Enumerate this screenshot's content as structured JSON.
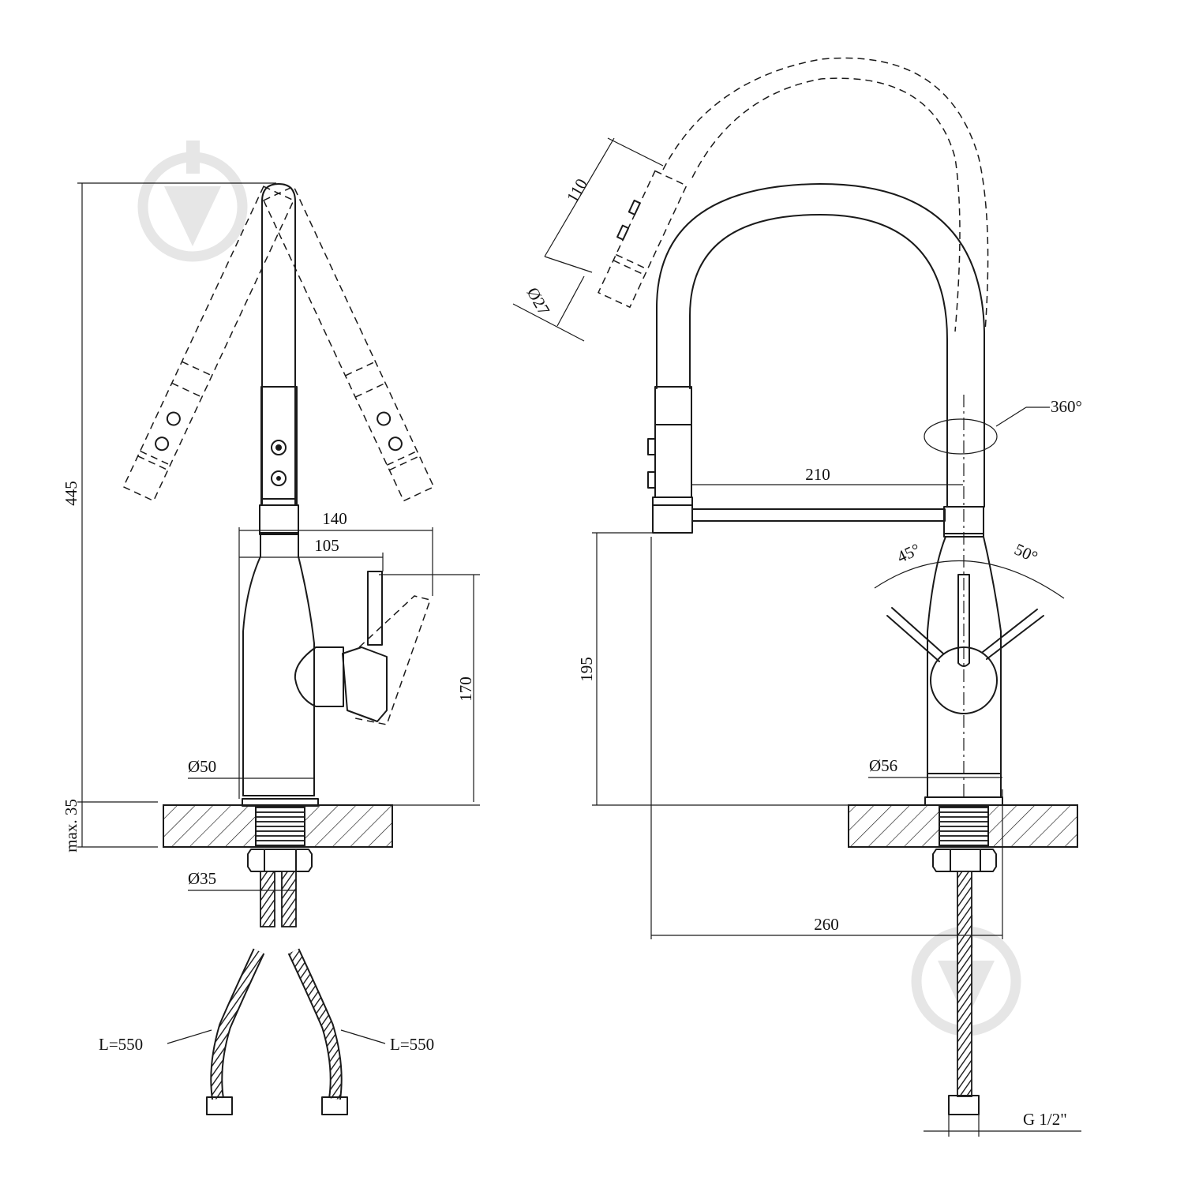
{
  "icons": {
    "watermark": "valve-drop-logo-icon"
  },
  "front_view": {
    "height_total": "445",
    "base_thickness": "max. 35",
    "width_140": "140",
    "width_105": "105",
    "height_170": "170",
    "diameter_body": "Ø50",
    "diameter_thread": "Ø35",
    "hose_left": "L=550",
    "hose_right": "L=550"
  },
  "side_view": {
    "spray_length": "110",
    "spray_diameter": "Ø27",
    "rotation": "360°",
    "reach": "210",
    "spout_height": "195",
    "handle_left_angle": "45°",
    "handle_right_angle": "50°",
    "diameter_body": "Ø56",
    "overall_width": "260",
    "thread": "G 1/2\""
  }
}
